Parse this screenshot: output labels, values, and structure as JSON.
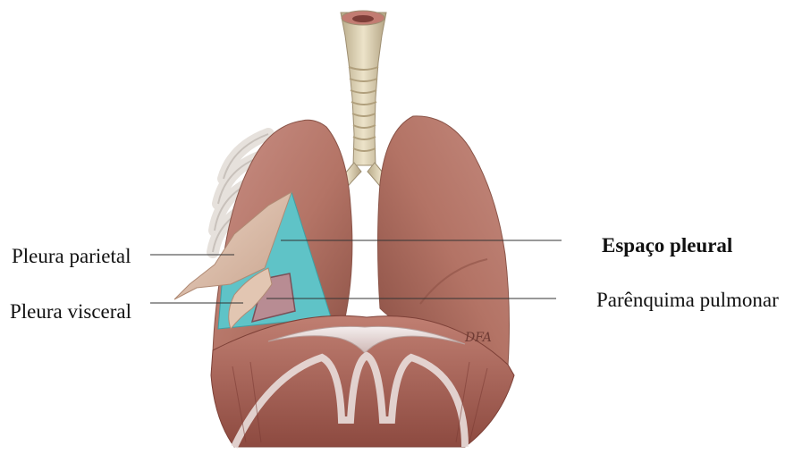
{
  "labels": {
    "pleura_parietal": "Pleura parietal",
    "pleura_visceral": "Pleura visceral",
    "espaco_pleural": "Espaço pleural",
    "parenquima_pulmonar": "Parênquima pulmonar"
  },
  "signature": "DFA",
  "colors": {
    "lung": "#b77a6e",
    "lung_dark": "#8f5449",
    "muscle": "#a45a4e",
    "trachea": "#d9cdb0",
    "pleural_space": "#5fc3c7",
    "pleura_sheet": "#d8b9a4",
    "leader_line": "#333333"
  }
}
